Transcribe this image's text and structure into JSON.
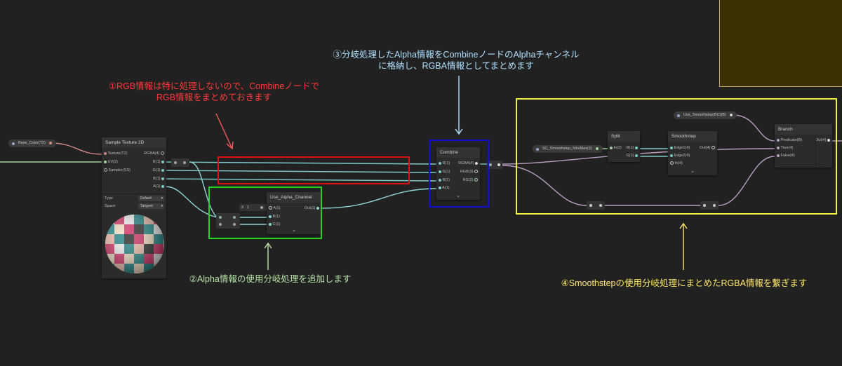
{
  "colors": {
    "background": "#212121",
    "red_annotation": "#ff3a3a",
    "green_annotation": "#b8e6a8",
    "blue_annotation": "#aee0ff",
    "yellow_annotation": "#ffe76a",
    "red_box": "#e01010",
    "green_box": "#26d226",
    "blue_box": "#1010d0",
    "yellow_box": "#f0f040",
    "wire_vector": "#7fc9c9",
    "wire_float": "#8fd6d6",
    "wire_uv": "#9fd39f",
    "wire_color": "#d88a8a",
    "wire_bool": "#b79fc2",
    "sticky_note": "#3b3000"
  },
  "annotations": {
    "a1_line1": "①RGB情報は特に処理しないので、Combineノードで",
    "a1_line2": "RGB情報をまとめておきます",
    "a2": "②Alpha情報の使用分岐処理を追加します",
    "a3_line1": "③分岐処理したAlpha情報をCombineノードのAlphaチャンネル",
    "a3_line2": "に格納し、RGBA情報としてまとめます",
    "a4": "④Smoothstepの使用分岐処理にまとめたRGBA情報を繋ぎます"
  },
  "properties": {
    "base_color": "Base_Color(T2)",
    "use_smoothstep": "Use_Smoothstep(BC)(B)",
    "sc_minmax": "SC_Smoothstep_Min/Max(2)",
    "use_alpha_channel_value": "1",
    "use_alpha_channel_axis": "X"
  },
  "sample_texture": {
    "title": "Sample Texture 2D",
    "inputs": [
      "Texture(T2)",
      "UV(2)",
      "Sampler(SS)"
    ],
    "outputs": [
      "RGBA(4)",
      "R(1)",
      "G(1)",
      "B(1)",
      "A(1)"
    ],
    "type_label": "Type",
    "type_value": "Default",
    "space_label": "Space",
    "space_value": "Tangent"
  },
  "use_alpha_channel": {
    "title": "Use_Alpha_Channel",
    "inputs": [
      "A(1)",
      "B(1)",
      "C(1)"
    ],
    "output": "Out(1)"
  },
  "combine": {
    "title": "Combine",
    "inputs": [
      "R(1)",
      "G(1)",
      "B(1)",
      "A(1)"
    ],
    "outputs": [
      "RGBA(4)",
      "RGB(3)",
      "RG(2)"
    ]
  },
  "split": {
    "title": "Split",
    "input": "In(2)",
    "outputs": [
      "R(1)",
      "G(1)"
    ]
  },
  "smoothstep": {
    "title": "Smoothstep",
    "inputs": [
      "Edge1(4)",
      "Edge2(4)",
      "In(4)"
    ],
    "output": "Out(4)"
  },
  "branch": {
    "title": "Branch",
    "inputs": [
      "Predicate(B)",
      "True(4)",
      "False(4)"
    ],
    "output": "Out(4)"
  }
}
